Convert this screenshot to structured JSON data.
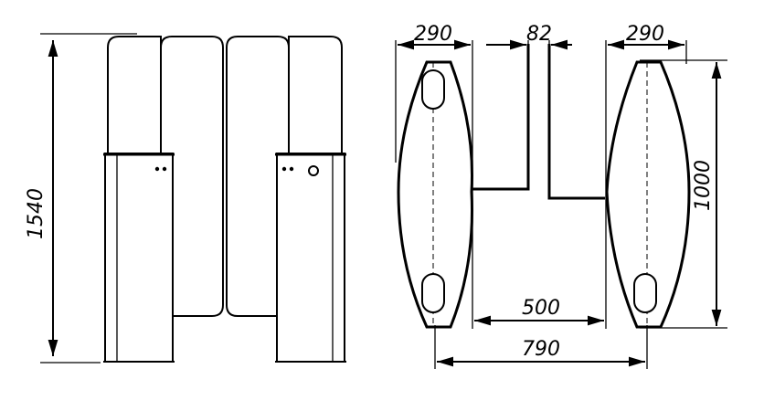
{
  "dimensions": {
    "front_height": "1540",
    "top_width_left": "290",
    "top_gap": "82",
    "top_width_right": "290",
    "top_depth": "1000",
    "passage_width": "500",
    "total_width": "790"
  }
}
